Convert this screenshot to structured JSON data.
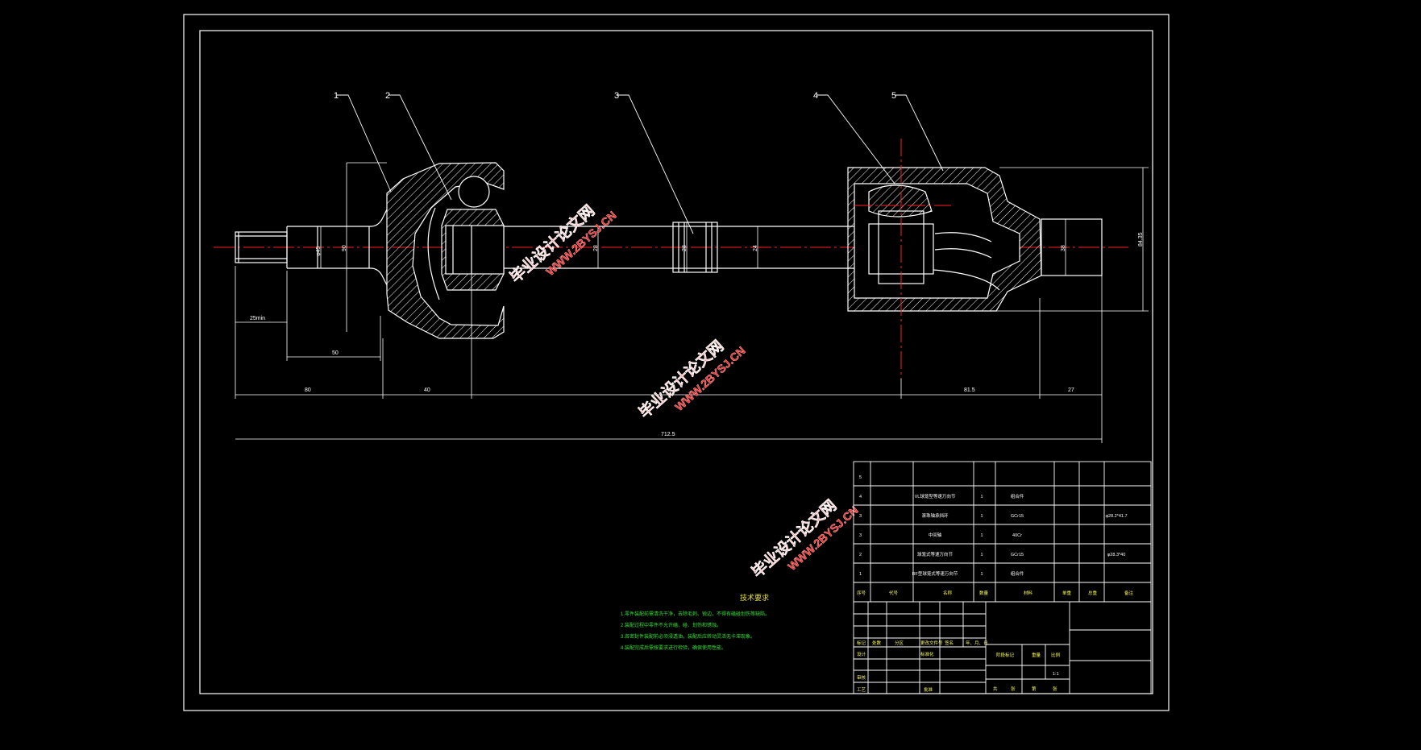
{
  "colors": {
    "background": "#000000",
    "line": "#ffffff",
    "centerline": "#ff2020",
    "dimension": "#ffffff",
    "watermark": "#ff2a2a",
    "watermark_url": "#ff2a2a",
    "notes": "#37e037",
    "notes_title": "#e6e030",
    "hatch": "#ffffff"
  },
  "balloons": [
    "1",
    "2",
    "3",
    "4",
    "5"
  ],
  "dimensions": {
    "d_25min": "25min",
    "d_50": "50",
    "d_80": "80",
    "d_40": "40",
    "d_815": "81.5",
    "d_27": "27",
    "d_7125": "712.5",
    "d_phi_a": "φ45",
    "d_phi_b": "90",
    "d_phi_c": "28",
    "d_phi_d": "28",
    "d_phi_e": "24",
    "d_phi_f": "38",
    "d_phi_g": "84.35",
    "d_phi_h": "28"
  },
  "watermarks": [
    {
      "cn": "毕业设计论文网",
      "url": "WWW.2BYSJ.CN"
    },
    {
      "cn": "毕业设计论文网",
      "url": "WWW.2BYSJ.CN"
    },
    {
      "cn": "毕业设计论文网",
      "url": "WWW.2BYSJ.CN"
    }
  ],
  "notes": {
    "title": "技术要求",
    "lines": [
      "1.零件装配前需清洗干净，去除毛刺、锐边，不得有磕碰划伤等缺陷。",
      "2.装配过程中零件不允许磕、碰、划伤和锈蚀。",
      "3.各密封件装配前必须浸透油，装配后应转动灵活无卡滞现象。",
      "4.装配完成后需按要求进行检验，确保使用性能。"
    ]
  },
  "bom": [
    {
      "no": "5",
      "name": "",
      "qty": "",
      "material": "",
      "note": ""
    },
    {
      "no": "4",
      "name": "VL球笼型等速万向节",
      "qty": "1",
      "material": "组合件",
      "note": ""
    },
    {
      "no": "3",
      "name": "滚珠轴承挡环",
      "qty": "1",
      "material": "GCr15",
      "note": "φ28.2*41.7"
    },
    {
      "no": "3",
      "name": "中间轴",
      "qty": "1",
      "material": "40Cr",
      "note": ""
    },
    {
      "no": "2",
      "name": "球笼式等速万向节",
      "qty": "1",
      "material": "GCr15",
      "note": "φ28.3*40"
    },
    {
      "no": "1",
      "name": "RF型球笼式等速万向节",
      "qty": "1",
      "material": "组合件",
      "note": ""
    }
  ],
  "bom_header": {
    "no": "序号",
    "code": "代号",
    "name": "名称",
    "qty": "数量",
    "material": "材料",
    "weight_single": "单重",
    "weight_total": "总重",
    "note": "备注"
  },
  "title_block": {
    "labels": [
      "标记",
      "处数",
      "分区",
      "更改文件号",
      "签名",
      "年、月、日"
    ],
    "designer": "设计",
    "standard": "标准化",
    "stage_mark": "阶段标记",
    "weight": "重量",
    "scale": "比例",
    "scale_value": "1:1",
    "checker": "审核",
    "process": "工艺",
    "approve": "批准",
    "sheet": [
      "共",
      "张",
      "第",
      "张"
    ]
  }
}
